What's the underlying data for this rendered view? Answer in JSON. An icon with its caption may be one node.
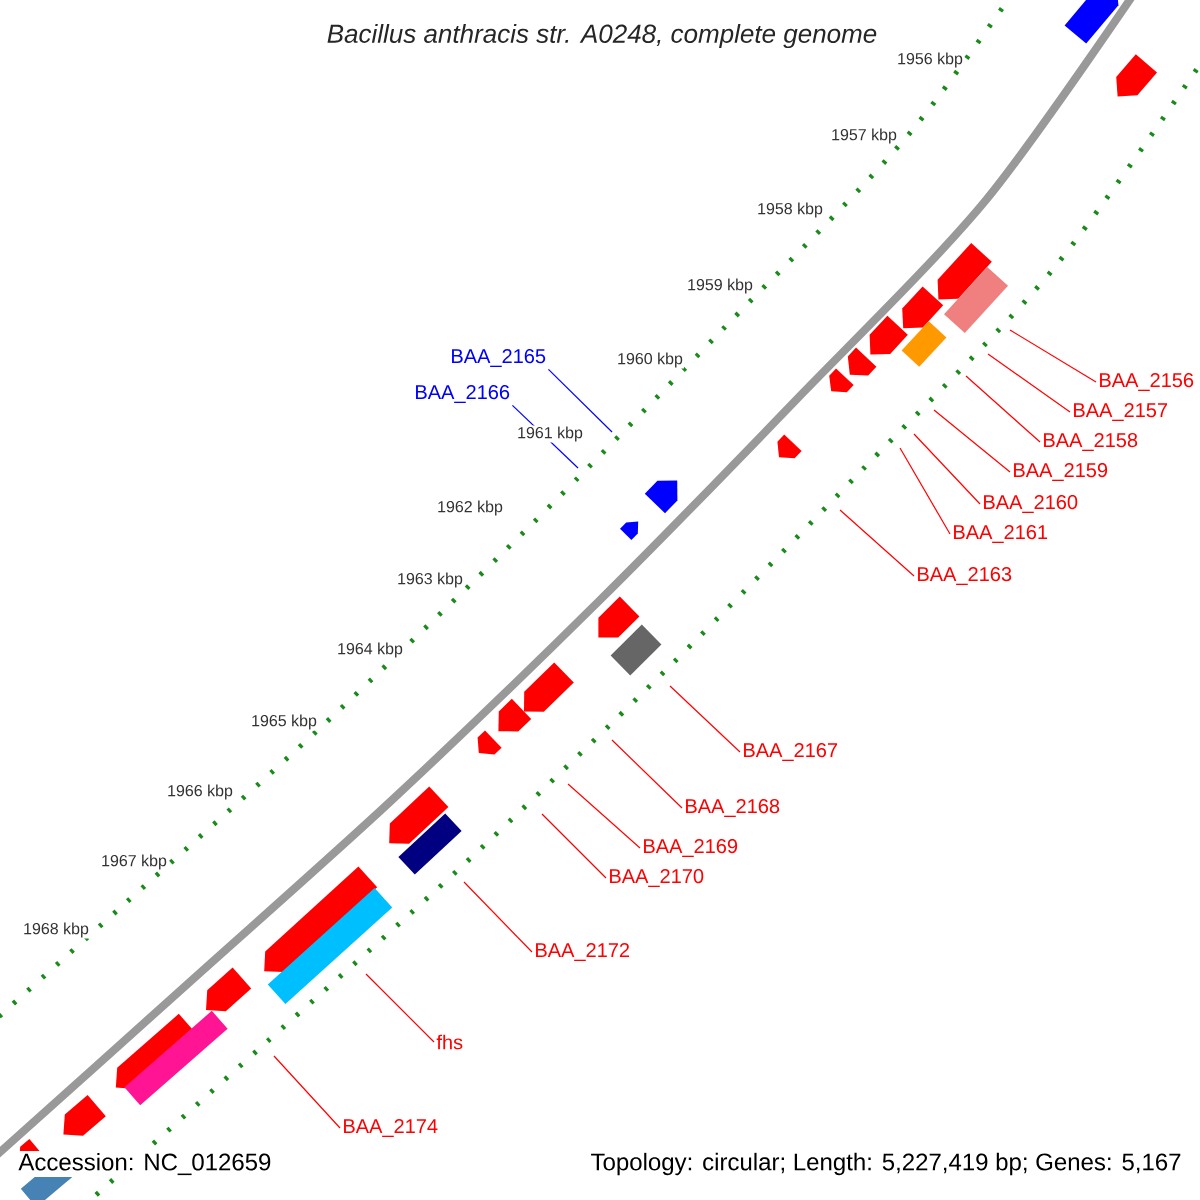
{
  "diagram": {
    "title": "Bacillus anthracis str. A0248, complete genome",
    "nodes": [
      {
        "text": [
          "BAA_2156"
        ]
      },
      {
        "text": [
          "BAA_2157"
        ]
      },
      {
        "text": [
          "BAA_2158"
        ]
      },
      {
        "text": [
          "BAA_2159"
        ]
      },
      {
        "text": [
          "BAA_2160"
        ]
      },
      {
        "text": [
          "BAA_2161"
        ]
      },
      {
        "text": [
          "BAA_2163"
        ]
      },
      {
        "text": [
          "BAA_2165"
        ]
      },
      {
        "text": [
          "BAA_2166"
        ]
      },
      {
        "text": [
          "BAA_2167"
        ]
      },
      {
        "text": [
          "BAA_2168"
        ]
      },
      {
        "text": [
          "BAA_2169"
        ]
      },
      {
        "text": [
          "BAA_2170"
        ]
      },
      {
        "text": [
          "BAA_2172"
        ]
      },
      {
        "text": [
          "fhs"
        ]
      },
      {
        "text": [
          "BAA_2174"
        ]
      }
    ],
    "edges": [
      {
        "from": 0,
        "to": null,
        "arrow": "none"
      },
      {
        "from": 1,
        "to": null,
        "arrow": "none"
      },
      {
        "from": 2,
        "to": null,
        "arrow": "none"
      },
      {
        "from": 3,
        "to": null,
        "arrow": "none"
      },
      {
        "from": 4,
        "to": null,
        "arrow": "none"
      },
      {
        "from": 5,
        "to": null,
        "arrow": "none"
      },
      {
        "from": 6,
        "to": null,
        "arrow": "none"
      },
      {
        "from": 7,
        "to": null,
        "arrow": "none",
        "color": "#0000ff"
      },
      {
        "from": 8,
        "to": null,
        "arrow": "none",
        "color": "#0000ff"
      },
      {
        "from": 9,
        "to": null,
        "arrow": "none"
      },
      {
        "from": 10,
        "to": null,
        "arrow": "none"
      },
      {
        "from": 11,
        "to": null,
        "arrow": "none"
      },
      {
        "from": 12,
        "to": null,
        "arrow": "none"
      },
      {
        "from": 13,
        "to": null,
        "arrow": "none"
      },
      {
        "from": 14,
        "to": null,
        "arrow": "none"
      },
      {
        "from": 15,
        "to": null,
        "arrow": "none"
      }
    ],
    "labels": [
      "1956 kbp",
      "1957 kbp",
      "1958 kbp",
      "1959 kbp",
      "1960 kbp",
      "1961 kbp",
      "1962 kbp",
      "1963 kbp",
      "1964 kbp",
      "1965 kbp",
      "1966 kbp",
      "1967 kbp",
      "1968 kbp",
      "Accession: NC_012659",
      "Topology: circular; Length: 5,227,419 bp; Genes: 5,167"
    ]
  }
}
